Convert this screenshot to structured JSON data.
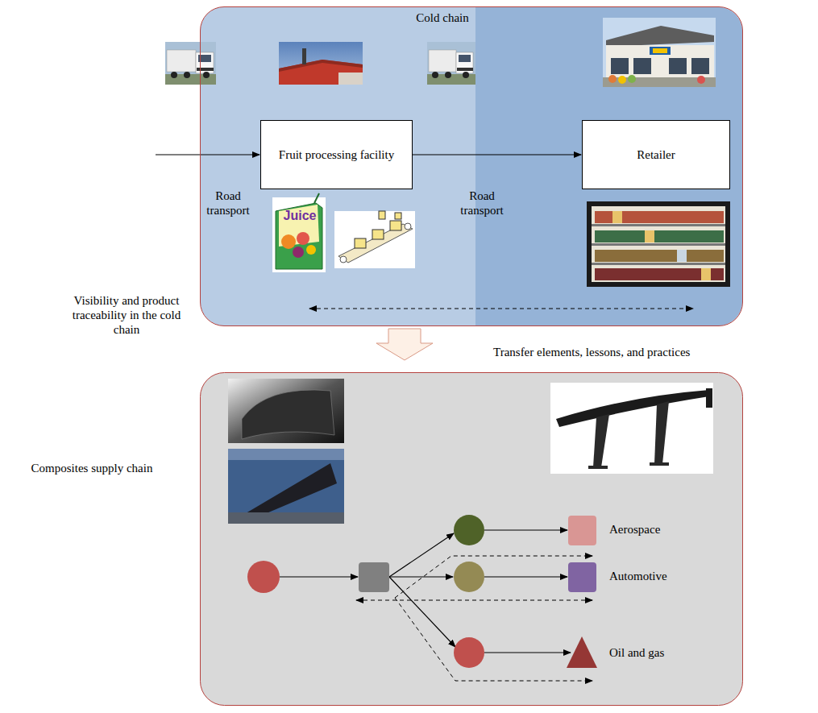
{
  "diagram": {
    "nodes": [
      {
        "text": [
          "Cold chain"
        ]
      },
      {
        "text": [
          "Fruit processing facility"
        ],
        "in": 0
      },
      {
        "text": [
          "Retailer"
        ],
        "in": 0
      }
    ],
    "edges": [
      {
        "from": 1,
        "to": 2,
        "arrow": "to"
      }
    ],
    "labels": [
      "Road transport",
      "Juice",
      "Road transport",
      "Visibility and product traceability in the cold chain",
      "Transfer elements, lessons, and practices",
      "Composites supply chain",
      "Aerospace",
      "Automotive",
      "Oil and gas"
    ]
  }
}
